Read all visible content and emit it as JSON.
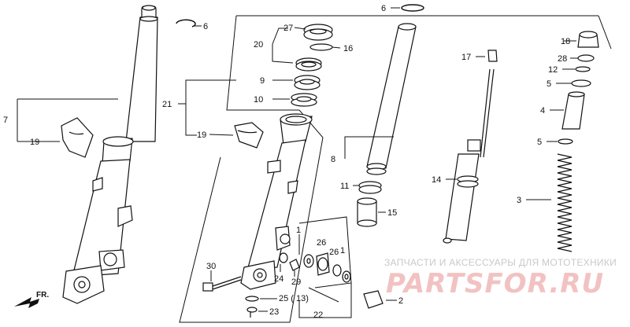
{
  "diagram": {
    "callouts": {
      "c1": "1",
      "c1b": "1",
      "c2": "2",
      "c3": "3",
      "c4": "4",
      "c5a": "5",
      "c5b": "5",
      "c6a": "6",
      "c6b": "6",
      "c7": "7",
      "c8": "8",
      "c9": "9",
      "c10": "10",
      "c11": "11",
      "c12": "12",
      "c13": "25 ( 13)",
      "c14": "14",
      "c15": "15",
      "c16": "16",
      "c17": "17",
      "c18": "18",
      "c19a": "19",
      "c19b": "19",
      "c20": "20",
      "c21": "21",
      "c22": "22",
      "c23": "23",
      "c24": "24",
      "c26a": "26",
      "c26b": "26",
      "c27": "27",
      "c28": "28",
      "c29": "29",
      "c30": "30"
    },
    "front_arrow": "FR.",
    "watermark": {
      "caption": "ЗАПЧАСТИ И АКСЕССУАРЫ ДЛЯ МОТОТЕХНИКИ",
      "logo": "PARTSFOR.RU"
    }
  }
}
